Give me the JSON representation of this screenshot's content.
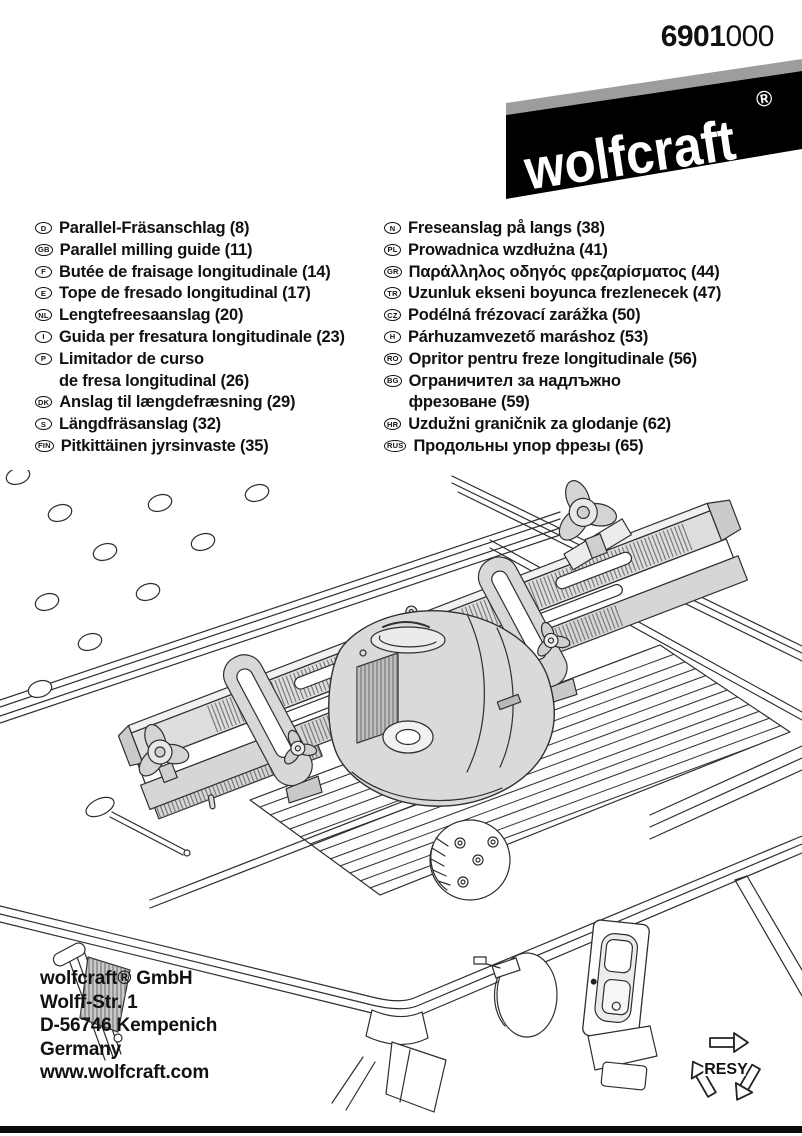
{
  "header": {
    "product_code_bold": "6901",
    "product_code_light": "000"
  },
  "logo": {
    "brand": "wolfcraft",
    "registered": "®",
    "bg_color": "#000000",
    "stripe_color": "#9d9d9c",
    "text_color": "#ffffff"
  },
  "languages": {
    "left": [
      {
        "code": "D",
        "label": "Parallel-Fräsanschlag (8)"
      },
      {
        "code": "GB",
        "label": "Parallel milling guide (11)"
      },
      {
        "code": "F",
        "label": "Butée de fraisage longitudinale (14)"
      },
      {
        "code": "E",
        "label": "Tope de fresado longitudinal (17)"
      },
      {
        "code": "NL",
        "label": "Lengtefreesaanslag (20)"
      },
      {
        "code": "I",
        "label": "Guida per fresatura longitudinale (23)"
      },
      {
        "code": "P",
        "label": "Limitador de curso\nde fresa longitudinal (26)"
      },
      {
        "code": "DK",
        "label": "Anslag til længdefræsning (29)"
      },
      {
        "code": "S",
        "label": "Längdfräsanslag (32)"
      },
      {
        "code": "FIN",
        "label": "Pitkittäinen jyrsinvaste (35)"
      }
    ],
    "right": [
      {
        "code": "N",
        "label": "Freseanslag på langs (38)"
      },
      {
        "code": "PL",
        "label": "Prowadnica wzdłużna (41)"
      },
      {
        "code": "GR",
        "label": "Παράλληλος οδηγός φρεζαρίσματος (44)"
      },
      {
        "code": "TR",
        "label": "Uzunluk ekseni boyunca frezlenecek (47)"
      },
      {
        "code": "CZ",
        "label": "Podélná frézovací zarážka (50)"
      },
      {
        "code": "H",
        "label": "Párhuzamvezető maráshoz (53)"
      },
      {
        "code": "RO",
        "label": "Opritor pentru freze longitudinale (56)"
      },
      {
        "code": "BG",
        "label": "Ограничител за надлъжно\nфрезоване (59)"
      },
      {
        "code": "HR",
        "label": "Uzdužni graničnik za glodanje (62)"
      },
      {
        "code": "RUS",
        "label": "Продольны упор фрезы (65)"
      }
    ]
  },
  "address": {
    "lines": [
      "wolfcraft® GmbH",
      "Wolff-Str. 1",
      "D-56746 Kempenich",
      "Germany",
      "www.wolfcraft.com"
    ]
  },
  "recycling": {
    "label": "RESY"
  },
  "footer": {
    "bar_color": "#0a0a0a"
  },
  "illustration_colors": {
    "line": "#2e2e2e",
    "shade_light": "#dcdcdc",
    "shade_mid": "#c9c9c9"
  }
}
